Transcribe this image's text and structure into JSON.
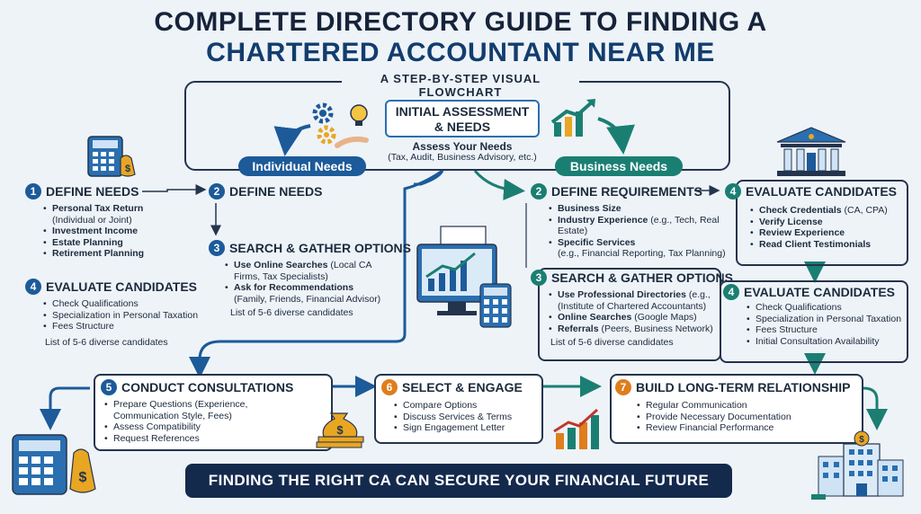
{
  "title": {
    "line1": "COMPLETE DIRECTORY GUIDE TO FINDING A",
    "line2": "CHARTERED ACCOUNTANT NEAR ME",
    "subtitle": "A STEP-BY-STEP VISUAL FLOWCHART"
  },
  "assessment": {
    "heading_line1": "INITIAL ASSESSMENT",
    "heading_line2": "& NEEDS",
    "need": "Assess Your Needs",
    "detail": "(Tax, Audit, Business Advisory, etc.)"
  },
  "branches": {
    "individual": "Individual Needs",
    "business": "Business Needs"
  },
  "individual": {
    "define1": {
      "num": "1",
      "title": "DEFINE NEEDS",
      "items": [
        {
          "bold": "Personal Tax Return",
          "rest": ""
        },
        {
          "bold": "",
          "rest": "(Individual or Joint)",
          "cont": true
        },
        {
          "bold": "Investment Income",
          "rest": ""
        },
        {
          "bold": "Estate Planning",
          "rest": ""
        },
        {
          "bold": "Retirement Planning",
          "rest": ""
        }
      ]
    },
    "define2": {
      "num": "2",
      "title": "DEFINE NEEDS"
    },
    "search": {
      "num": "3",
      "title": "SEARCH & GATHER OPTIONS",
      "items": [
        {
          "bold": "Use Online Searches",
          "rest": " (Local CA"
        },
        {
          "bold": "",
          "rest": "Firms, Tax Specialists)",
          "cont": true
        },
        {
          "bold": "Ask for Recommendations",
          "rest": ""
        },
        {
          "bold": "",
          "rest": "(Family, Friends, Financial Advisor)",
          "cont": true
        }
      ],
      "note": "List of 5-6 diverse candidates"
    },
    "evaluate": {
      "num": "4",
      "title": "EVALUATE CANDIDATES",
      "items": [
        {
          "bold": "",
          "rest": "Check Qualifications"
        },
        {
          "bold": "",
          "rest": "Specialization in Personal Taxation"
        },
        {
          "bold": "",
          "rest": "Fees Structure"
        }
      ],
      "note": "List of 5-6 diverse candidates"
    }
  },
  "business": {
    "define": {
      "num": "2",
      "title": "DEFINE REQUIREMENTS",
      "items": [
        {
          "bold": "Business Size",
          "rest": ""
        },
        {
          "bold": "Industry Experience",
          "rest": " (e.g., Tech, Real Estate)"
        },
        {
          "bold": "Specific Services",
          "rest": ""
        },
        {
          "bold": "",
          "rest": "(e.g., Financial Reporting, Tax Planning)",
          "cont": true
        }
      ]
    },
    "evaluate_top": {
      "num": "4",
      "title": "EVALUATE CANDIDATES",
      "items": [
        {
          "bold": "Check Credentials",
          "rest": " (CA, CPA)"
        },
        {
          "bold": "Verify License",
          "rest": ""
        },
        {
          "bold": "Review Experience",
          "rest": ""
        },
        {
          "bold": "Read Client Testimonials",
          "rest": ""
        }
      ]
    },
    "search": {
      "num": "3",
      "title": "SEARCH & GATHER OPTIONS",
      "items": [
        {
          "bold": "Use Professional Directories",
          "rest": " (e.g.,"
        },
        {
          "bold": "",
          "rest": "(Institute of Chartered Accountants)",
          "cont": true
        },
        {
          "bold": "Online Searches",
          "rest": " (Google Maps)"
        },
        {
          "bold": "Referrals",
          "rest": " (Peers, Business Network)"
        }
      ],
      "note": "List of 5-6 diverse candidates"
    },
    "evaluate_bottom": {
      "num": "4",
      "title": "EVALUATE CANDIDATES",
      "items": [
        {
          "bold": "",
          "rest": "Check Qualifications"
        },
        {
          "bold": "",
          "rest": "Specialization in Personal Taxation"
        },
        {
          "bold": "",
          "rest": "Fees Structure"
        },
        {
          "bold": "",
          "rest": "Initial Consultation Availability"
        }
      ]
    }
  },
  "final": {
    "consult": {
      "num": "5",
      "title": "CONDUCT CONSULTATIONS",
      "items": [
        {
          "bold": "",
          "rest": "Prepare Questions (Experience,"
        },
        {
          "bold": "",
          "rest": "Communication Style, Fees)",
          "cont": true
        },
        {
          "bold": "",
          "rest": "Assess Compatibility"
        },
        {
          "bold": "",
          "rest": "Request References"
        }
      ]
    },
    "select": {
      "num": "6",
      "title": "SELECT & ENGAGE",
      "items": [
        {
          "bold": "",
          "rest": "Compare Options"
        },
        {
          "bold": "",
          "rest": "Discuss Services & Terms"
        },
        {
          "bold": "",
          "rest": "Sign Engagement Letter"
        }
      ]
    },
    "relationship": {
      "num": "7",
      "title": "BUILD LONG-TERM RELATIONSHIP",
      "items": [
        {
          "bold": "",
          "rest": "Regular Communication"
        },
        {
          "bold": "",
          "rest": "Provide Necessary Documentation"
        },
        {
          "bold": "",
          "rest": "Review Financial Performance"
        }
      ]
    }
  },
  "footer": "FINDING THE RIGHT CA CAN SECURE YOUR FINANCIAL FUTURE",
  "colors": {
    "navy": "#16233a",
    "blue": "#1c5a99",
    "teal": "#1a7f72",
    "orange": "#e07d1c",
    "gold": "#e8a623"
  },
  "icons": [
    "gears-lightbulb-icon",
    "growth-chart-icon",
    "calculator-money-icon",
    "bank-building-icon",
    "computer-chart-icon",
    "money-bag-icon",
    "bar-chart-arrow-icon",
    "office-building-icon"
  ]
}
